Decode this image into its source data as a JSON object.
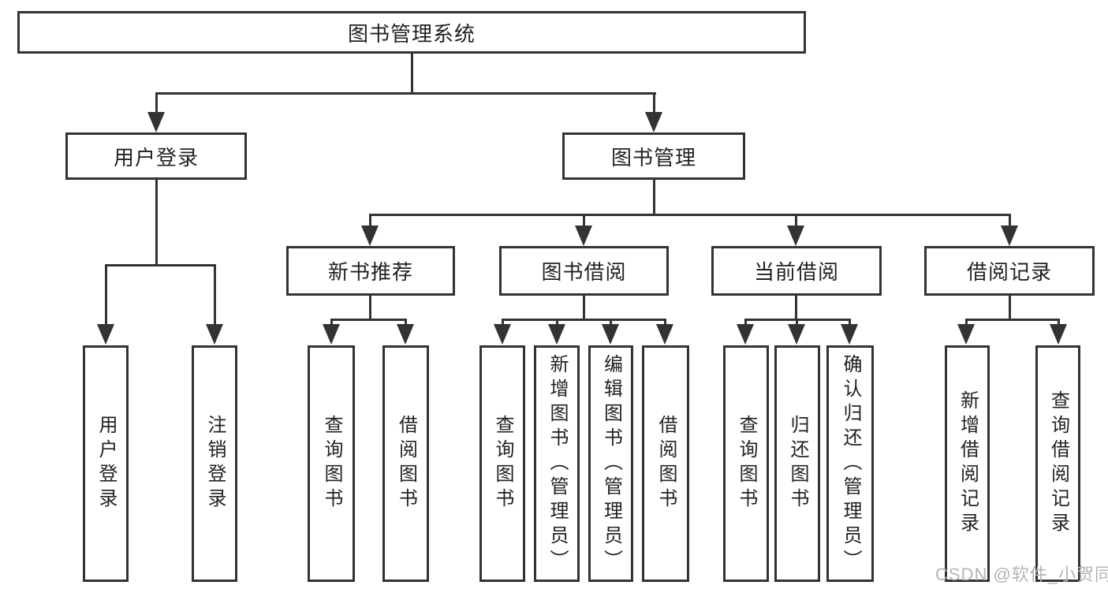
{
  "diagram": {
    "title": "图书管理系统",
    "root": {
      "label": "图书管理系统"
    },
    "level2": {
      "user_login": {
        "label": "用户登录"
      },
      "book_management": {
        "label": "图书管理"
      }
    },
    "level3": {
      "new_book_recommend": {
        "label": "新书推荐"
      },
      "book_borrow": {
        "label": "图书借阅"
      },
      "current_borrow": {
        "label": "当前借阅"
      },
      "borrow_records": {
        "label": "借阅记录"
      }
    },
    "leaves": {
      "user_login": "用户登录",
      "logout": "注销登录",
      "recommend_search_book": "查询图书",
      "recommend_borrow_book": "借阅图书",
      "borrow_search_book": "查询图书",
      "borrow_add_book": "新增图书（管理员）",
      "borrow_edit_book": "编辑图书（管理员）",
      "borrow_borrow_book": "借阅图书",
      "current_search_book": "查询图书",
      "current_return_book": "归还图书",
      "current_confirm_return": "确认归还（管理员）",
      "records_add_record": "新增借阅记录",
      "records_search_record": "查询借阅记录"
    }
  },
  "watermark": {
    "text": "CSDN @软件_小贺同学"
  },
  "colors": {
    "line": "#333333",
    "text": "#222222",
    "watermark": "#b4b4b4",
    "background": "#ffffff"
  }
}
